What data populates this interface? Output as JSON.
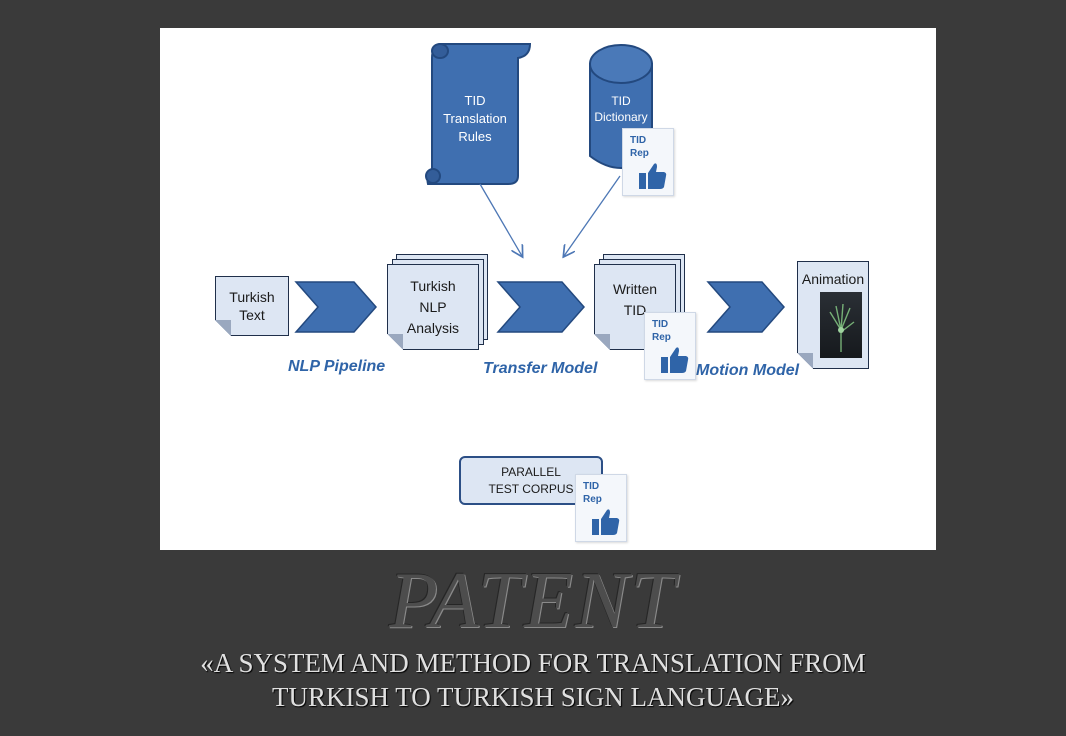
{
  "diagram": {
    "tid_rules": "TID\nTranslation\nRules",
    "tid_dictionary": "TID\nDictionary",
    "turkish_text": "Turkish\nText",
    "turkish_nlp": "Turkish\nNLP\nAnalysis",
    "written_tid": "Written\nTID",
    "animation": "Animation",
    "parallel_corpus": "PARALLEL\nTEST CORPUS",
    "nlp_pipeline": "NLP Pipeline",
    "transfer_model": "Transfer Model",
    "motion_model": "Motion Model",
    "badge_text": "TID\nRep"
  },
  "footer": {
    "patent": "PATENT",
    "title": "«A SYSTEM AND METHOD FOR TRANSLATION FROM\nTURKISH TO TURKISH SIGN LANGUAGE»"
  },
  "colors": {
    "background": "#3a3a3a",
    "diagram_blue": "#3f6fb0",
    "label_blue": "#2f64a8",
    "doc_fill": "#dde6f3"
  }
}
